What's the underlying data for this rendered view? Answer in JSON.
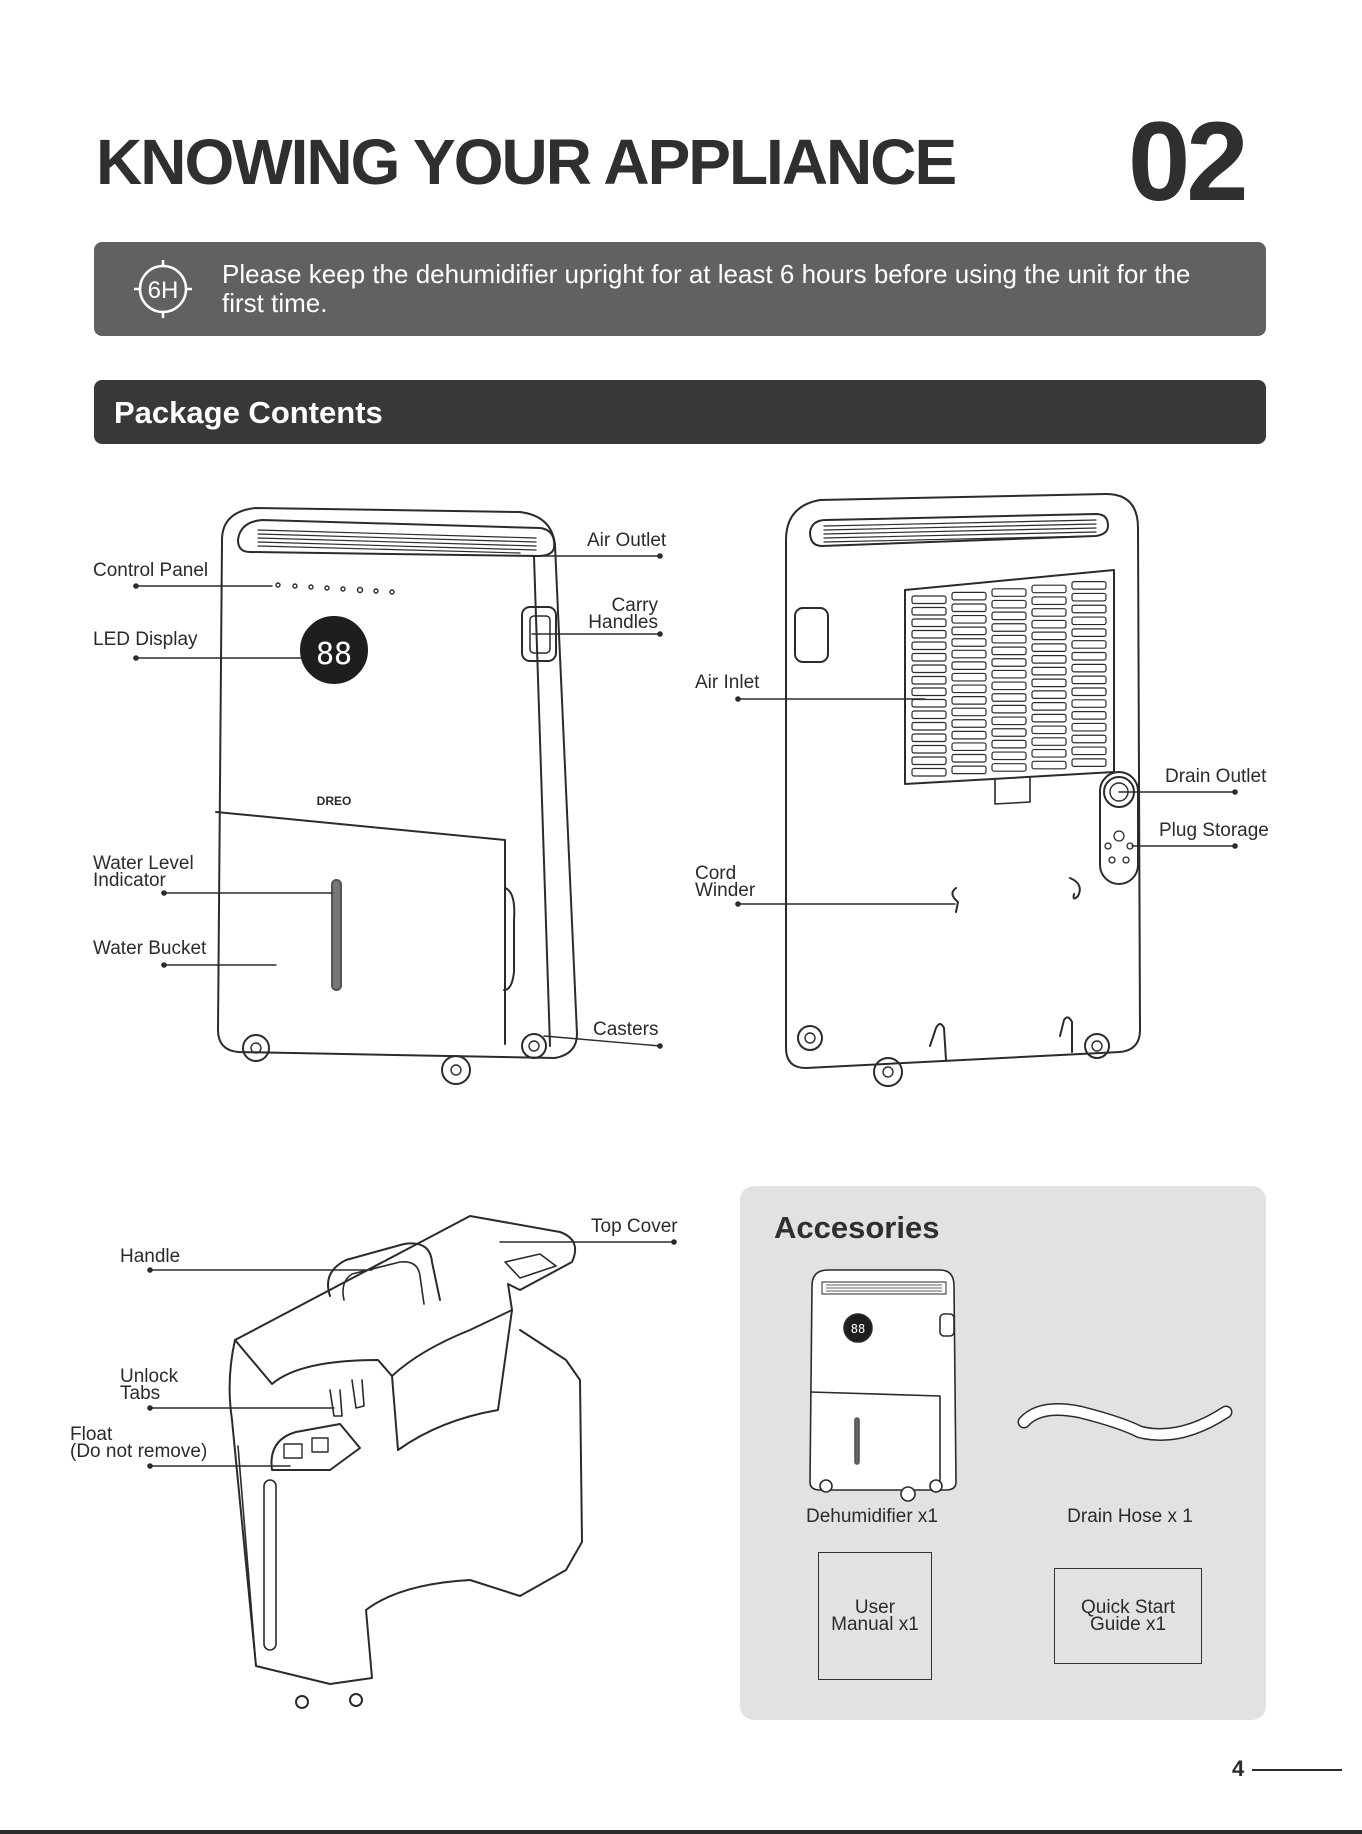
{
  "header": {
    "title": "KNOWING YOUR APPLIANCE",
    "section_number": "02"
  },
  "notice": {
    "icon_label": "6H",
    "text": "Please keep the dehumidifier upright for at least 6 hours before using the unit for the first time."
  },
  "package_contents": {
    "title": "Package Contents",
    "front_view": {
      "brand_logo": "DREO",
      "callouts": {
        "control_panel": "Control Panel",
        "led_display": "LED Display",
        "water_level_line1": "Water Level",
        "water_level_line2": "Indicator",
        "water_bucket": "Water Bucket",
        "air_outlet": "Air Outlet",
        "carry_line1": "Carry",
        "carry_line2": "Handles",
        "casters": "Casters"
      }
    },
    "rear_view": {
      "callouts": {
        "air_inlet": "Air Inlet",
        "cord_line1": "Cord",
        "cord_line2": "Winder",
        "drain_outlet": "Drain Outlet",
        "plug_storage": "Plug Storage"
      }
    },
    "bucket_view": {
      "callouts": {
        "handle": "Handle",
        "top_cover": "Top Cover",
        "unlock_line1": "Unlock",
        "unlock_line2": "Tabs",
        "float_line1": "Float",
        "float_line2": "(Do not remove)"
      }
    }
  },
  "accessories": {
    "title": "Accesories",
    "items": [
      {
        "label": "Dehumidifier x1"
      },
      {
        "label": "Drain Hose x 1"
      },
      {
        "line1": "User",
        "line2": "Manual x1"
      },
      {
        "line1": "Quick Start",
        "line2": "Guide x1"
      }
    ]
  },
  "footer": {
    "page_number": "4"
  }
}
